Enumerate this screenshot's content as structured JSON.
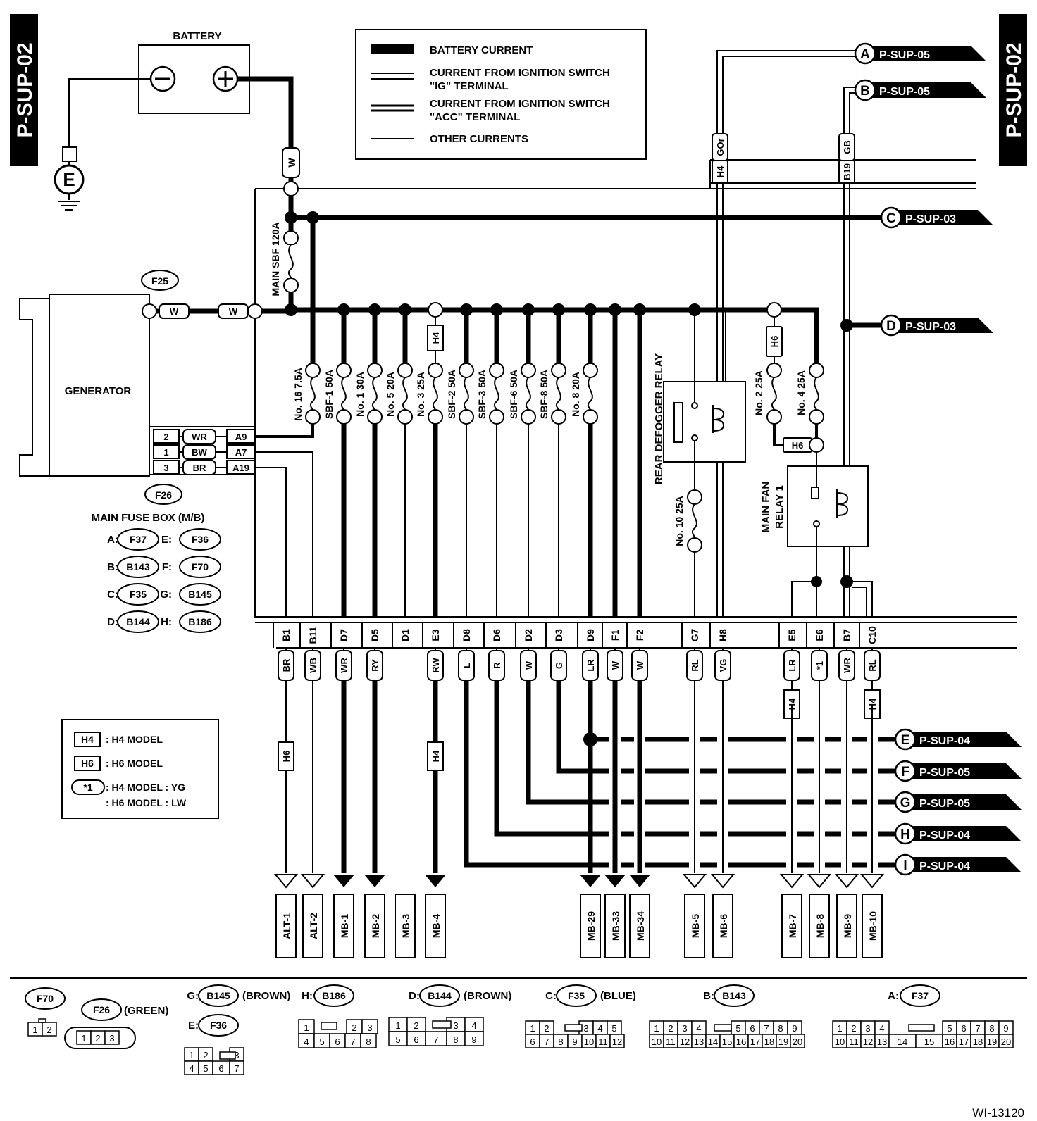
{
  "tabs": {
    "left": "P-SUP-02",
    "right": "P-SUP-02"
  },
  "battery": {
    "label": "BATTERY",
    "minus": "−",
    "plus": "+"
  },
  "ground": {
    "label": "E"
  },
  "legend": {
    "battery_current": "BATTERY CURRENT",
    "ig_line1": "CURRENT FROM IGNITION SWITCH",
    "ig_line2": "\"IG\" TERMINAL",
    "acc_line1": "CURRENT FROM IGNITION SWITCH",
    "acc_line2": "\"ACC\" TERMINAL",
    "other": "OTHER CURRENTS"
  },
  "refs": [
    {
      "letter": "A",
      "target": "P-SUP-05"
    },
    {
      "letter": "B",
      "target": "P-SUP-05"
    },
    {
      "letter": "C",
      "target": "P-SUP-03"
    },
    {
      "letter": "D",
      "target": "P-SUP-03"
    },
    {
      "letter": "E",
      "target": "P-SUP-04"
    },
    {
      "letter": "F",
      "target": "P-SUP-05"
    },
    {
      "letter": "G",
      "target": "P-SUP-05"
    },
    {
      "letter": "H",
      "target": "P-SUP-04"
    },
    {
      "letter": "I",
      "target": "P-SUP-04"
    }
  ],
  "generator": {
    "label": "GENERATOR",
    "f25": "F25",
    "f26": "F26",
    "pins": [
      {
        "pin": "2",
        "wire": "WR",
        "term": "A9"
      },
      {
        "pin": "1",
        "wire": "BW",
        "term": "A7"
      },
      {
        "pin": "3",
        "wire": "BR",
        "term": "A19"
      }
    ],
    "wire_w": "W"
  },
  "fusebox": {
    "title": "MAIN FUSE BOX (M/B)",
    "legend": [
      {
        "key": "A:",
        "conn": "F37"
      },
      {
        "key": "E:",
        "conn": "F36"
      },
      {
        "key": "B:",
        "conn": "B143"
      },
      {
        "key": "F:",
        "conn": "F70"
      },
      {
        "key": "C:",
        "conn": "F35"
      },
      {
        "key": "G:",
        "conn": "B145"
      },
      {
        "key": "D:",
        "conn": "B144"
      },
      {
        "key": "H:",
        "conn": "B186"
      }
    ]
  },
  "main_fuse": "MAIN SBF 120A",
  "fuses": [
    "No. 16 7.5A",
    "SBF-1 50A",
    "No. 1 30A",
    "No. 5 20A",
    "No. 3 25A",
    "SBF-2 50A",
    "SBF-3 50A",
    "SBF-6 50A",
    "SBF-8 50A",
    "No. 8 20A"
  ],
  "relays": {
    "rear_defogger": "REAR DEFOGGER RELAY",
    "fuse10": "No. 10 25A",
    "fuse2": "No. 2 25A",
    "fuse4": "No. 4 25A",
    "main_fan_l1": "MAIN FAN",
    "main_fan_l2": "RELAY 1"
  },
  "top_wires": {
    "h4": "H4",
    "gor": "GOr",
    "b19": "B19",
    "gb": "GB"
  },
  "model_tags": {
    "h4": "H4",
    "h6": "H6"
  },
  "terminals": [
    "B1",
    "B11",
    "D7",
    "D5",
    "D1",
    "E3",
    "D8",
    "D6",
    "D2",
    "D3",
    "D9",
    "F1",
    "F2",
    "G7",
    "H8",
    "E5",
    "E6",
    "B7",
    "C10"
  ],
  "wire_colors": [
    "BR",
    "WB",
    "WR",
    "RY",
    "",
    "RW",
    "L",
    "R",
    "W",
    "G",
    "LR",
    "W",
    "W",
    "RL",
    "VG",
    "LR",
    "*1",
    "WR",
    "RL"
  ],
  "outputs": [
    "ALT-1",
    "ALT-2",
    "MB-1",
    "MB-2",
    "MB-3",
    "MB-4",
    "MB-29",
    "MB-33",
    "MB-34",
    "MB-5",
    "MB-6",
    "MB-7",
    "MB-8",
    "MB-9",
    "MB-10"
  ],
  "model_legend": {
    "h4": "H4",
    "h4_text": ": H4 MODEL",
    "h6": "H6",
    "h6_text": ": H6 MODEL",
    "star": "*1",
    "star_l1": ": H4 MODEL   : YG",
    "star_l2": ": H6 MODEL   : LW"
  },
  "connectors": {
    "f70": "F70",
    "f26": "F26",
    "f26_color": "(GREEN)",
    "g_key": "G:",
    "b145": "B145",
    "b145_color": "(BROWN)",
    "h_key": "H:",
    "b186": "B186",
    "e_key": "E:",
    "f36": "F36",
    "d_key": "D:",
    "b144": "B144",
    "b144_color": "(BROWN)",
    "c_key": "C:",
    "f35": "F35",
    "f35_color": "(BLUE)",
    "b_key": "B:",
    "b143": "B143",
    "a_key": "A:",
    "f37": "F37"
  },
  "diagram_id": "WI-13120"
}
